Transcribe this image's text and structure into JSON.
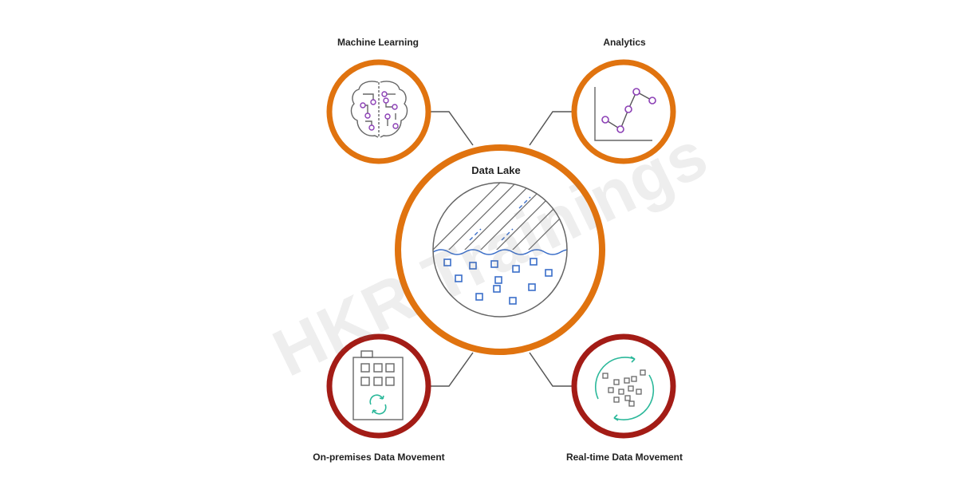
{
  "labels": {
    "machine_learning": "Machine Learning",
    "analytics": "Analytics",
    "data_lake": "Data Lake",
    "on_premises": "On-premises Data Movement",
    "real_time": "Real-time Data Movement"
  },
  "watermark": "HKR Trainings",
  "colors": {
    "orange_ring": "#e0730f",
    "red_ring": "#a31c16",
    "connector": "#555555",
    "icon_gray": "#666666",
    "purple": "#8b3fb5",
    "blue": "#3a6ec9",
    "teal": "#2bb89a"
  },
  "icons": {
    "machine_learning": "brain-circuit-icon",
    "analytics": "line-chart-icon",
    "data_lake": "lake-icon",
    "on_premises": "building-sync-icon",
    "real_time": "stream-cycle-icon"
  }
}
